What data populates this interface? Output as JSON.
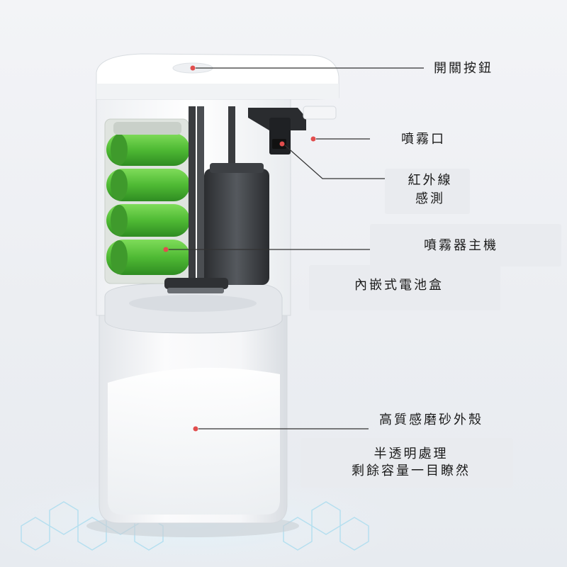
{
  "callouts": {
    "power_button": "開關按鈕",
    "spray_nozzle": "噴霧口",
    "infrared_sensor_line1": "紅外線",
    "infrared_sensor_line2": "感測",
    "sprayer_main_unit": "噴霧器主機",
    "battery_box": "內嵌式電池盒",
    "frosted_shell": "高質感磨砂外殼",
    "translucent_line1": "半透明處理",
    "translucent_line2": "剩餘容量一目瞭然"
  },
  "colors": {
    "battery_green": "#5cc63f",
    "battery_dark_green": "#3c8f2a",
    "callout_dot": "#e14d4d",
    "leader_line": "#333333"
  }
}
